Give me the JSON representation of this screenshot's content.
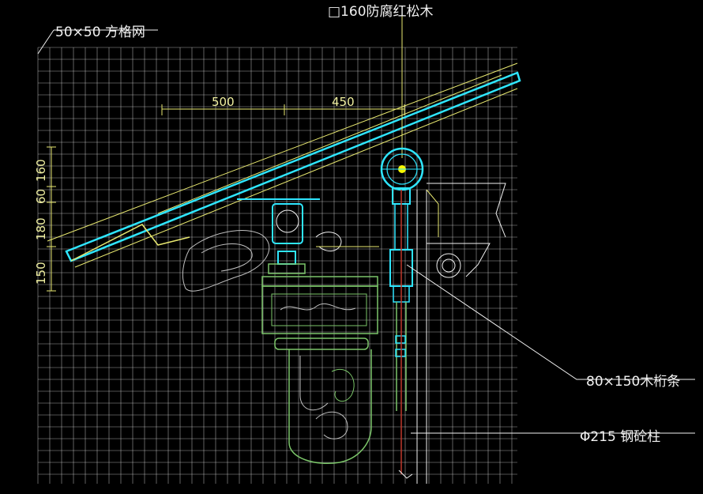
{
  "labels": {
    "grid_note": "50×50 方格网",
    "top_beam": "□160防腐红松木",
    "purlin": "80×150木桁条",
    "column": "Φ215 钢砼柱"
  },
  "dimensions": {
    "horizontal": [
      "500",
      "450"
    ],
    "vertical": [
      "160",
      "60",
      "180",
      "150"
    ]
  },
  "colors": {
    "grid": "#d8d8d8",
    "cyan": "#2fe6ff",
    "yellow": "#e8e870",
    "green": "#7cc66a",
    "white": "#f2f2f2",
    "red": "#c0392b"
  }
}
